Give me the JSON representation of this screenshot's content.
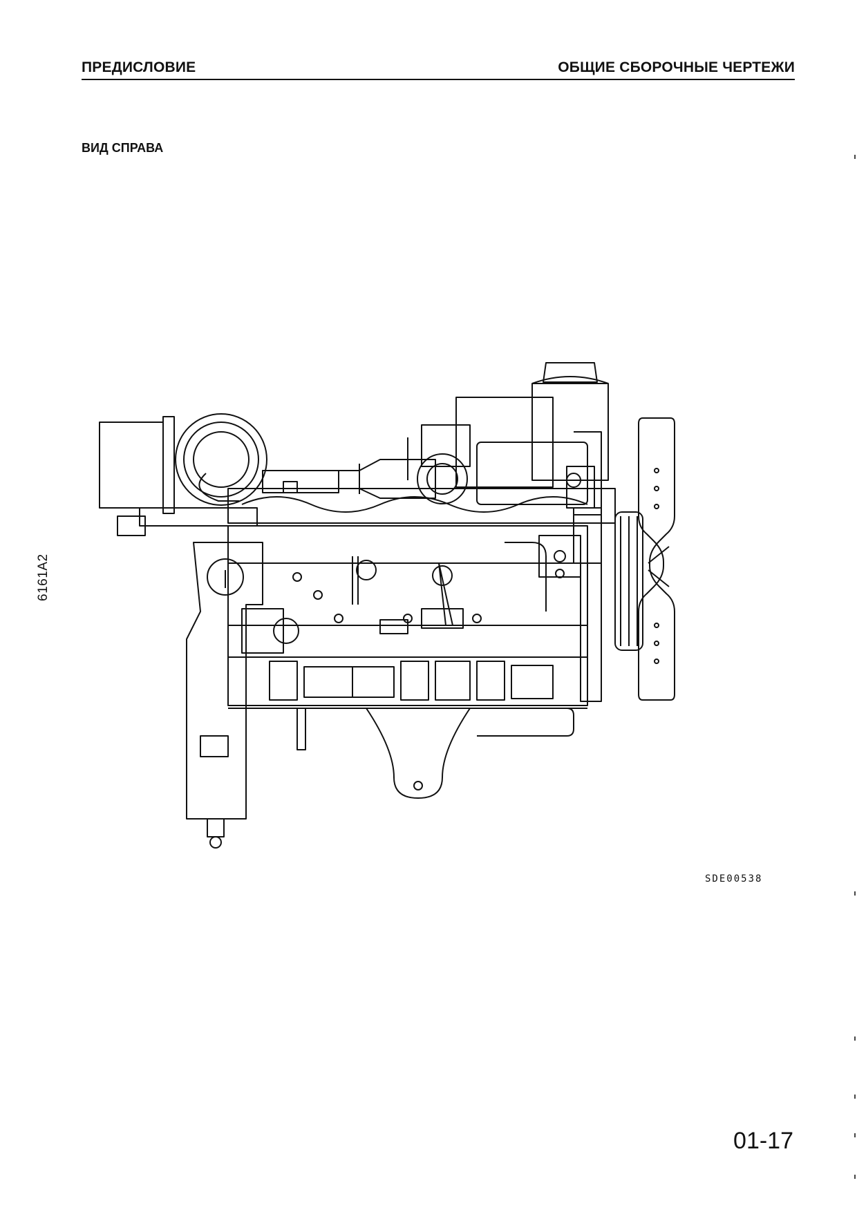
{
  "header": {
    "left": "ПРЕДИСЛОВИЕ",
    "right": "ОБЩИЕ СБОРОЧНЫЕ ЧЕРТЕЖИ"
  },
  "section_title": "ВИД СПРАВА",
  "side_code": "6161A2",
  "figure": {
    "code": "SDE00538",
    "image": "engine-right-side-view-line-drawing"
  },
  "page_number": "01-17"
}
